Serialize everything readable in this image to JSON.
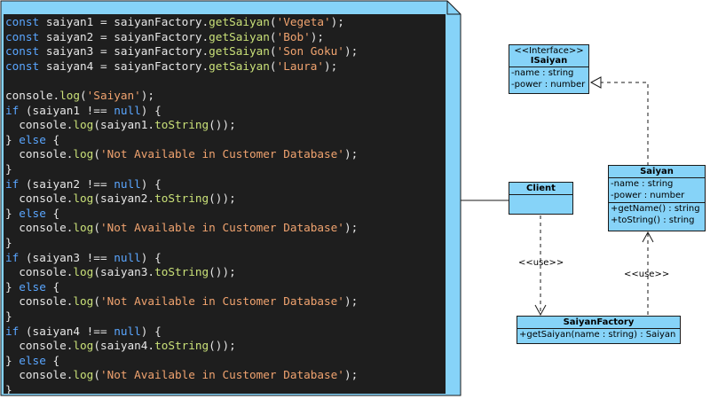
{
  "code": {
    "lines": [
      [
        [
          "kw",
          "const "
        ],
        [
          "pl",
          "saiyan1 = saiyanFactory."
        ],
        [
          "fn",
          "getSaiyan"
        ],
        [
          "pl",
          "("
        ],
        [
          "str",
          "'Vegeta'"
        ],
        [
          "pl",
          ");"
        ]
      ],
      [
        [
          "kw",
          "const "
        ],
        [
          "pl",
          "saiyan2 = saiyanFactory."
        ],
        [
          "fn",
          "getSaiyan"
        ],
        [
          "pl",
          "("
        ],
        [
          "str",
          "'Bob'"
        ],
        [
          "pl",
          ");"
        ]
      ],
      [
        [
          "kw",
          "const "
        ],
        [
          "pl",
          "saiyan3 = saiyanFactory."
        ],
        [
          "fn",
          "getSaiyan"
        ],
        [
          "pl",
          "("
        ],
        [
          "str",
          "'Son Goku'"
        ],
        [
          "pl",
          ");"
        ]
      ],
      [
        [
          "kw",
          "const "
        ],
        [
          "pl",
          "saiyan4 = saiyanFactory."
        ],
        [
          "fn",
          "getSaiyan"
        ],
        [
          "pl",
          "("
        ],
        [
          "str",
          "'Laura'"
        ],
        [
          "pl",
          ");"
        ]
      ],
      [],
      [
        [
          "pl",
          "console."
        ],
        [
          "fn",
          "log"
        ],
        [
          "pl",
          "("
        ],
        [
          "str",
          "'Saiyan'"
        ],
        [
          "pl",
          ");"
        ]
      ],
      [
        [
          "kw",
          "if "
        ],
        [
          "pl",
          "(saiyan1 !== "
        ],
        [
          "kw",
          "null"
        ],
        [
          "pl",
          ") {"
        ]
      ],
      [
        [
          "pl",
          "  console."
        ],
        [
          "fn",
          "log"
        ],
        [
          "pl",
          "(saiyan1."
        ],
        [
          "fn",
          "toString"
        ],
        [
          "pl",
          "());"
        ]
      ],
      [
        [
          "pl",
          "} "
        ],
        [
          "kw",
          "else"
        ],
        [
          "pl",
          " {"
        ]
      ],
      [
        [
          "pl",
          "  console."
        ],
        [
          "fn",
          "log"
        ],
        [
          "pl",
          "("
        ],
        [
          "str",
          "'Not Available in Customer Database'"
        ],
        [
          "pl",
          ");"
        ]
      ],
      [
        [
          "pl",
          "}"
        ]
      ],
      [
        [
          "kw",
          "if "
        ],
        [
          "pl",
          "(saiyan2 !== "
        ],
        [
          "kw",
          "null"
        ],
        [
          "pl",
          ") {"
        ]
      ],
      [
        [
          "pl",
          "  console."
        ],
        [
          "fn",
          "log"
        ],
        [
          "pl",
          "(saiyan2."
        ],
        [
          "fn",
          "toString"
        ],
        [
          "pl",
          "());"
        ]
      ],
      [
        [
          "pl",
          "} "
        ],
        [
          "kw",
          "else"
        ],
        [
          "pl",
          " {"
        ]
      ],
      [
        [
          "pl",
          "  console."
        ],
        [
          "fn",
          "log"
        ],
        [
          "pl",
          "("
        ],
        [
          "str",
          "'Not Available in Customer Database'"
        ],
        [
          "pl",
          ");"
        ]
      ],
      [
        [
          "pl",
          "}"
        ]
      ],
      [
        [
          "kw",
          "if "
        ],
        [
          "pl",
          "(saiyan3 !== "
        ],
        [
          "kw",
          "null"
        ],
        [
          "pl",
          ") {"
        ]
      ],
      [
        [
          "pl",
          "  console."
        ],
        [
          "fn",
          "log"
        ],
        [
          "pl",
          "(saiyan3."
        ],
        [
          "fn",
          "toString"
        ],
        [
          "pl",
          "());"
        ]
      ],
      [
        [
          "pl",
          "} "
        ],
        [
          "kw",
          "else"
        ],
        [
          "pl",
          " {"
        ]
      ],
      [
        [
          "pl",
          "  console."
        ],
        [
          "fn",
          "log"
        ],
        [
          "pl",
          "("
        ],
        [
          "str",
          "'Not Available in Customer Database'"
        ],
        [
          "pl",
          ");"
        ]
      ],
      [
        [
          "pl",
          "}"
        ]
      ],
      [
        [
          "kw",
          "if "
        ],
        [
          "pl",
          "(saiyan4 !== "
        ],
        [
          "kw",
          "null"
        ],
        [
          "pl",
          ") {"
        ]
      ],
      [
        [
          "pl",
          "  console."
        ],
        [
          "fn",
          "log"
        ],
        [
          "pl",
          "(saiyan4."
        ],
        [
          "fn",
          "toString"
        ],
        [
          "pl",
          "());"
        ]
      ],
      [
        [
          "pl",
          "} "
        ],
        [
          "kw",
          "else"
        ],
        [
          "pl",
          " {"
        ]
      ],
      [
        [
          "pl",
          "  console."
        ],
        [
          "fn",
          "log"
        ],
        [
          "pl",
          "("
        ],
        [
          "str",
          "'Not Available in Customer Database'"
        ],
        [
          "pl",
          ");"
        ]
      ],
      [
        [
          "pl",
          "}"
        ]
      ]
    ]
  },
  "uml": {
    "isaiyan": {
      "stereotype": "<<Interface>>",
      "name": "ISaiyan",
      "attributes": [
        "-name : string",
        "-power : number"
      ]
    },
    "saiyan": {
      "name": "Saiyan",
      "attributes": [
        "-name : string",
        "-power : number"
      ],
      "methods": [
        "+getName() : string",
        "+toString() : string"
      ]
    },
    "client": {
      "name": "Client"
    },
    "factory": {
      "name": "SaiyanFactory",
      "methods": [
        "+getSaiyan(name : string) : Saiyan"
      ]
    },
    "use_label_client": "<<use>>",
    "use_label_saiyan": "<<use>>"
  },
  "colors": {
    "code_bg": "#1e1e1e",
    "keyword": "#5aa6ff",
    "function": "#c9e078",
    "string": "#f0a36f",
    "uml_fill": "#86d3f8"
  }
}
